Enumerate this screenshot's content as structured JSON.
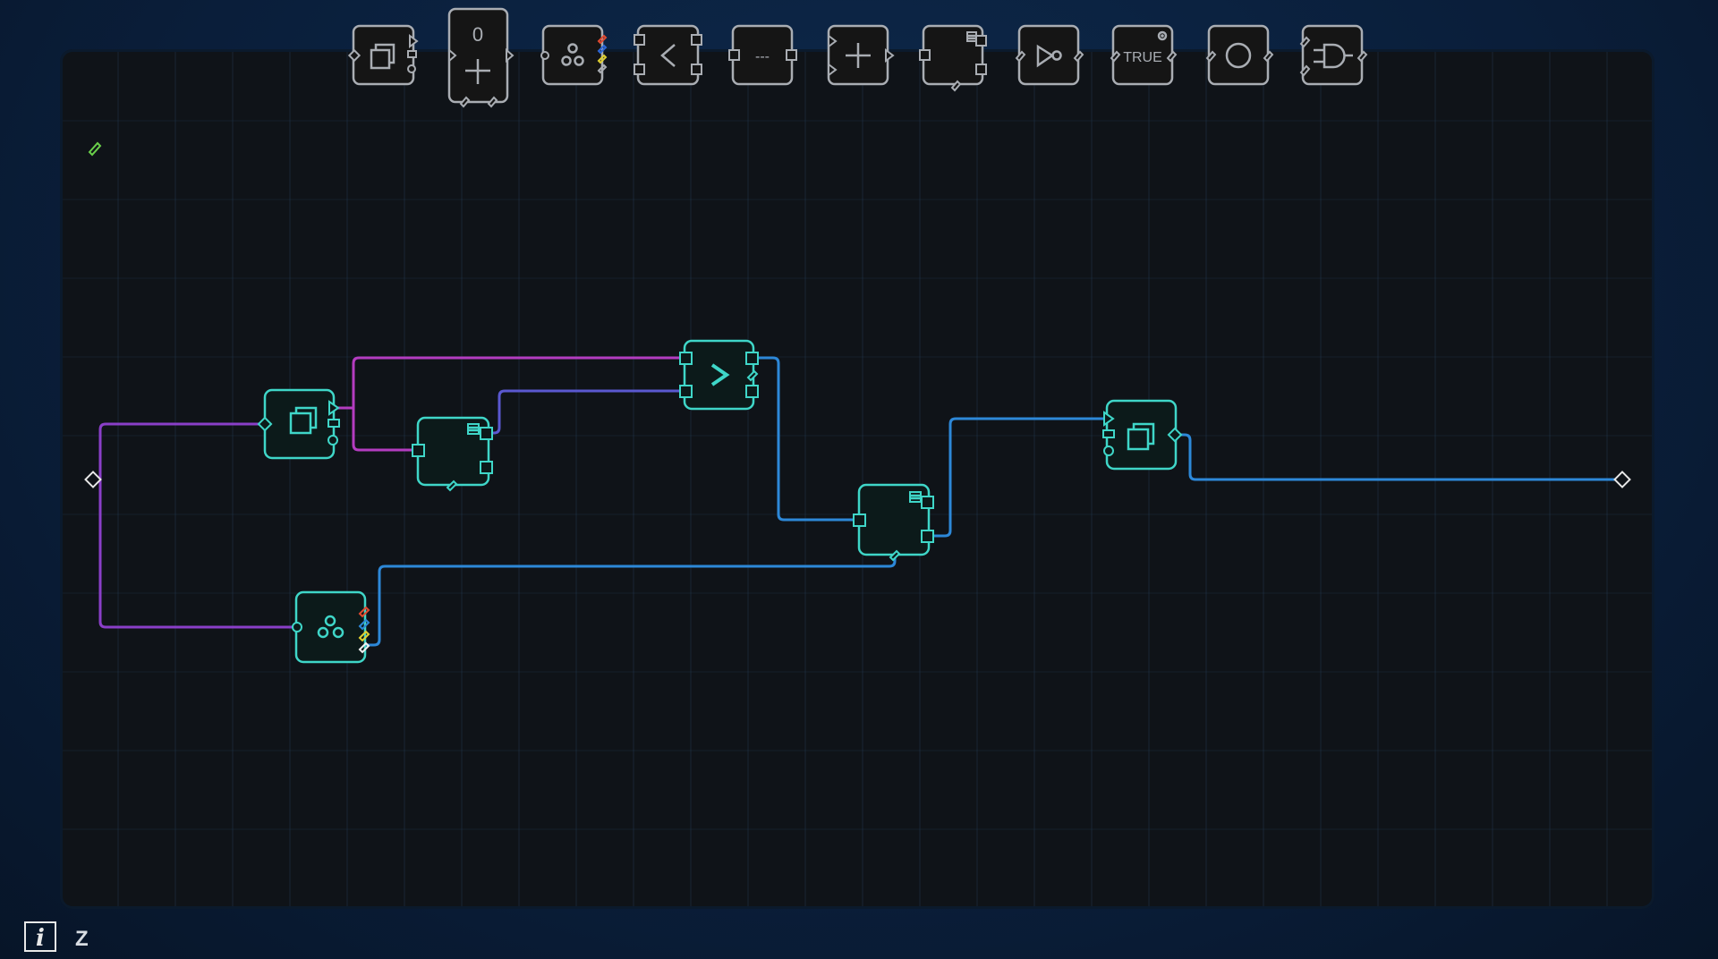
{
  "toolbar": {
    "items": [
      {
        "name": "copy-block",
        "icon": "copy-icon"
      },
      {
        "name": "counter-add-block",
        "icon": "plus-icon",
        "value": "0"
      },
      {
        "name": "split-block",
        "icon": "three-dots-icon"
      },
      {
        "name": "less-than-block",
        "icon": "less-than-icon"
      },
      {
        "name": "wire-block",
        "icon": "dashes-icon",
        "label": "---"
      },
      {
        "name": "add-block",
        "icon": "plus-icon"
      },
      {
        "name": "memory-block",
        "icon": "memory-icon"
      },
      {
        "name": "not-gate-block",
        "icon": "not-gate-icon"
      },
      {
        "name": "constant-true-block",
        "icon": "radio-icon",
        "label": "TRUE"
      },
      {
        "name": "circle-block",
        "icon": "circle-icon"
      },
      {
        "name": "and-gate-block",
        "icon": "and-gate-icon"
      }
    ]
  },
  "nodes": [
    {
      "type": "copy"
    },
    {
      "type": "memory"
    },
    {
      "type": "greater-than",
      "symbol": ">"
    },
    {
      "type": "memory"
    },
    {
      "type": "copy"
    },
    {
      "type": "split"
    }
  ],
  "colors": {
    "node": "#3fd6c8",
    "wire_purple": "#8a3fc8",
    "wire_magenta": "#b43cc0",
    "wire_indigo": "#5a58d0",
    "wire_blue": "#2d88d8",
    "toolbar": "#a9adb3"
  },
  "footer": {
    "info_label": "i",
    "z_label": "Z"
  }
}
